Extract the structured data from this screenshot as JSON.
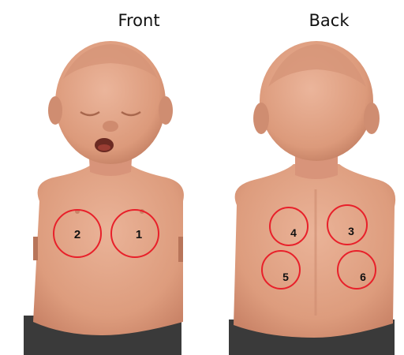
{
  "views": {
    "front": {
      "title": "Front"
    },
    "back": {
      "title": "Back"
    }
  },
  "markers": [
    {
      "id": "1",
      "label": "1",
      "view": "front"
    },
    {
      "id": "2",
      "label": "2",
      "view": "front"
    },
    {
      "id": "3",
      "label": "3",
      "view": "back"
    },
    {
      "id": "4",
      "label": "4",
      "view": "back"
    },
    {
      "id": "5",
      "label": "5",
      "view": "back"
    },
    {
      "id": "6",
      "label": "6",
      "view": "back"
    }
  ],
  "colors": {
    "marker_ring": "#e8202a",
    "skin": "#e0a182",
    "skin_shadow": "#c98367",
    "base": "#3a3a3a"
  }
}
